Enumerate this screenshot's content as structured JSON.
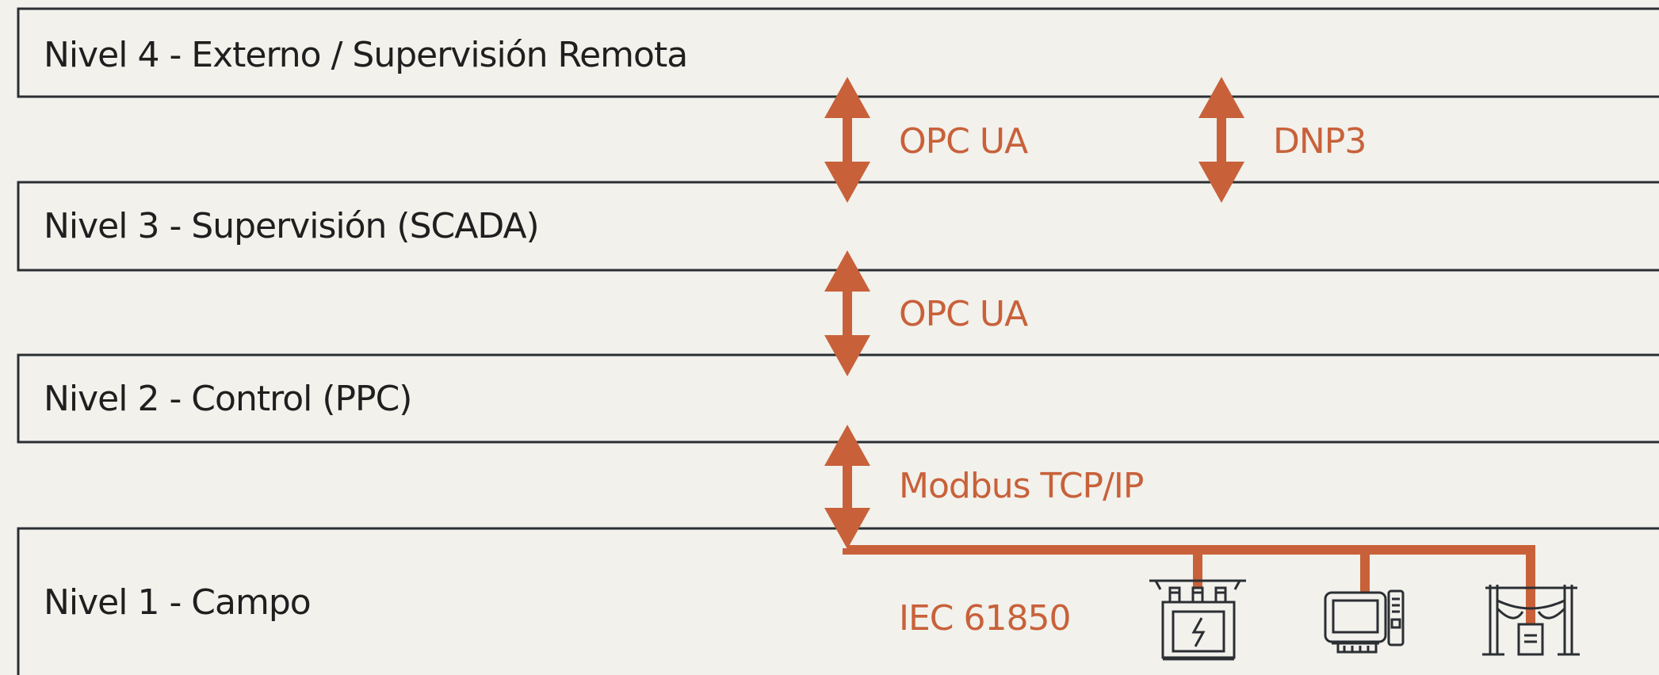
{
  "colors": {
    "background": "#f2f1ec",
    "box_stroke": "#2b2f33",
    "accent": "#c8613a",
    "text": "#1f1f1f"
  },
  "levels": [
    {
      "label": "Nivel 4 - Externo / Supervisión Remota"
    },
    {
      "label": "Nivel 3 - Supervisión (SCADA)"
    },
    {
      "label": "Nivel 2 - Control (PPC)"
    },
    {
      "label": "Nivel 1 - Campo"
    }
  ],
  "links": [
    {
      "label": "OPC UA",
      "between": "Nivel 4 - Nivel 3"
    },
    {
      "label": "DNP3",
      "between": "Nivel 4 - Nivel 3"
    },
    {
      "label": "OPC UA",
      "between": "Nivel 3 - Nivel 2"
    },
    {
      "label": "Modbus TCP/IP",
      "between": "Nivel 2 - Nivel 1"
    }
  ],
  "field_bus": {
    "label": "IEC 61850",
    "devices": [
      {
        "icon": "transformer-icon"
      },
      {
        "icon": "computer-terminal-icon"
      },
      {
        "icon": "switchgear-icon"
      }
    ]
  }
}
